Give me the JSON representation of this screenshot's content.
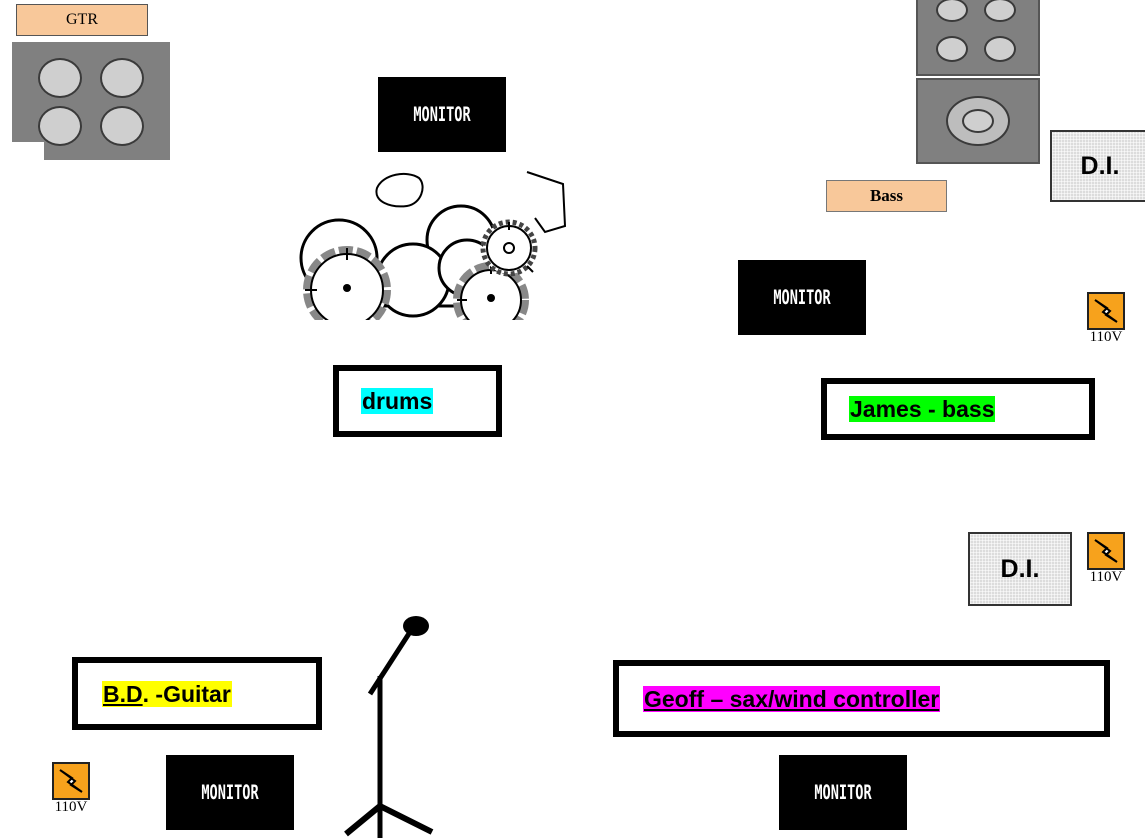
{
  "labels": {
    "guitar_amp": "GTR",
    "bass_amp": "Bass",
    "monitor": "MONITOR",
    "di": "D.I.",
    "voltage": "110V"
  },
  "players": {
    "drums": {
      "text": "drums",
      "highlight": "#00ffff"
    },
    "bass": {
      "text": "James - bass",
      "highlight": "#00ff00"
    },
    "guitar": {
      "name": "B.D",
      "rest": ". -Guitar",
      "highlight": "#ffff00"
    },
    "sax": {
      "text": "Geoff – sax/wind controller",
      "highlight": "#ff00ff"
    }
  },
  "colors": {
    "amp_tag": "#f8c89a",
    "power": "#f7a21c",
    "cabinet": "#808080"
  }
}
